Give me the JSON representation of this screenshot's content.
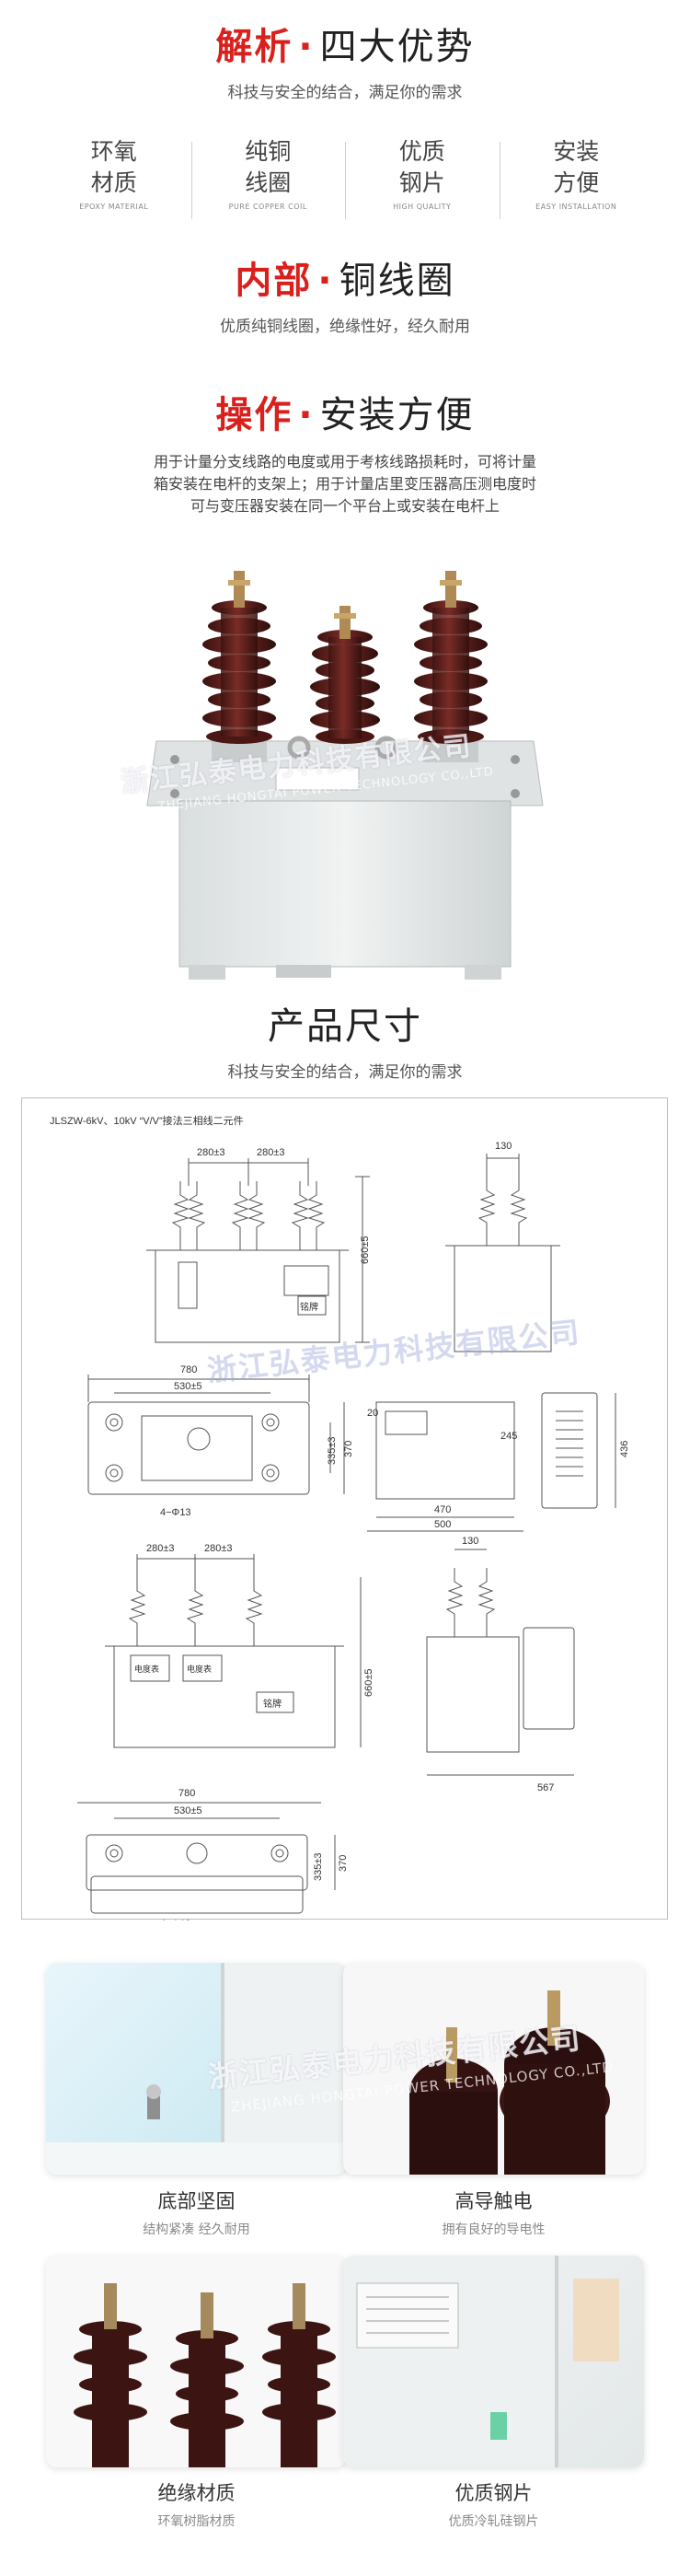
{
  "sec1": {
    "red": "解析",
    "dot": "·",
    "dark": "四大优势",
    "sub": "科技与安全的结合，满足你的需求"
  },
  "advantages": [
    {
      "l1": "环氧",
      "l2": "材质",
      "en": "EPOXY MATERIAL"
    },
    {
      "l1": "纯铜",
      "l2": "线圈",
      "en": "PURE COPPER COIL"
    },
    {
      "l1": "优质",
      "l2": "钢片",
      "en": "HIGH QUALITY"
    },
    {
      "l1": "安装",
      "l2": "方便",
      "en": "EASY INSTALLATION"
    }
  ],
  "sec2": {
    "red": "内部",
    "dot": "·",
    "dark": "铜线圈",
    "sub": "优质纯铜线圈，绝缘性好，经久耐用"
  },
  "sec3": {
    "red": "操作",
    "dot": "·",
    "dark": "安装方便",
    "lines": [
      "用于计量分支线路的电度或用于考核线路损耗时，可将计量",
      "箱安装在电杆的支架上；用于计量店里变压器高压测电度时",
      "可与变压器安装在同一个平台上或安装在电杆上"
    ]
  },
  "watermark": {
    "cn": "浙江弘泰电力科技有限公司",
    "en": "ZHEJIANG HONGTAI POWER TECHNOLOGY CO.,LTD"
  },
  "sec4": {
    "title": "产品尺寸",
    "sub": "科技与安全的结合，满足你的需求"
  },
  "drawing": {
    "caption": "JLSZW-6kV、10kV “V/V”接法三相线二元件",
    "d280": "280±3",
    "d130": "130",
    "d660": "660±5",
    "d780": "780",
    "d530": "530±5",
    "d335": "335±3",
    "d370": "370",
    "d20": "20",
    "d245": "245",
    "d470": "470",
    "d500": "500",
    "d436": "436",
    "d4phi": "4−Φ13",
    "d567": "567",
    "nameplate": "铭牌",
    "meter": "电度表"
  },
  "features": [
    {
      "title": "底部坚固",
      "sub": "结构紧凑 经久耐用"
    },
    {
      "title": "高导触电",
      "sub": "拥有良好的导电性"
    },
    {
      "title": "绝缘材质",
      "sub": "环氧树脂材质"
    },
    {
      "title": "优质钢片",
      "sub": "优质冷轧硅钢片"
    }
  ],
  "colors": {
    "accent": "#d8211d",
    "porcelain": "#5b1f1c",
    "housing": "#e9ecec"
  }
}
